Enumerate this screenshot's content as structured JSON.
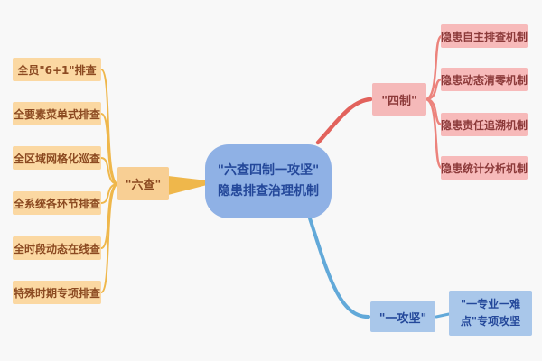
{
  "title": "\"六查四制一攻坚\" 隐患排查治理机制思维导图",
  "colors": {
    "background": "#f8f8f8",
    "center_fill": "#8fb1e5",
    "center_text": "#24489a",
    "orange_fill": "#fbd8a2",
    "orange_branch_fill": "#f8cf94",
    "orange_text": "#8c4a21",
    "orange_line": "#efb74b",
    "pink_fill": "#f7baba",
    "pink_text": "#8c3a3a",
    "pink_line": "#ec837c",
    "red_line": "#e2625c",
    "blue_fill": "#a9c7ea",
    "blue_text": "#24489a",
    "blue_line": "#62a9d9"
  },
  "center": {
    "label": "\"六查四制一攻坚\"　隐患排查治理机制"
  },
  "branches": {
    "liucha": {
      "label": "\"六查\"",
      "items": [
        "全员\"6+1\"排查",
        "全要素菜单式排查",
        "全区域网格化巡查",
        "全系统各环节排查",
        "全时段动态在线查",
        "特殊时期专项排查"
      ]
    },
    "sizhi": {
      "label": "\"四制\"",
      "items": [
        "隐患自主排查机制",
        "隐患动态清零机制",
        "隐患责任追溯机制",
        "隐患统计分析机制"
      ]
    },
    "yigongjian": {
      "label": "\"一攻坚\"",
      "items": [
        "\"一专业一难点\"专项攻坚"
      ]
    }
  }
}
